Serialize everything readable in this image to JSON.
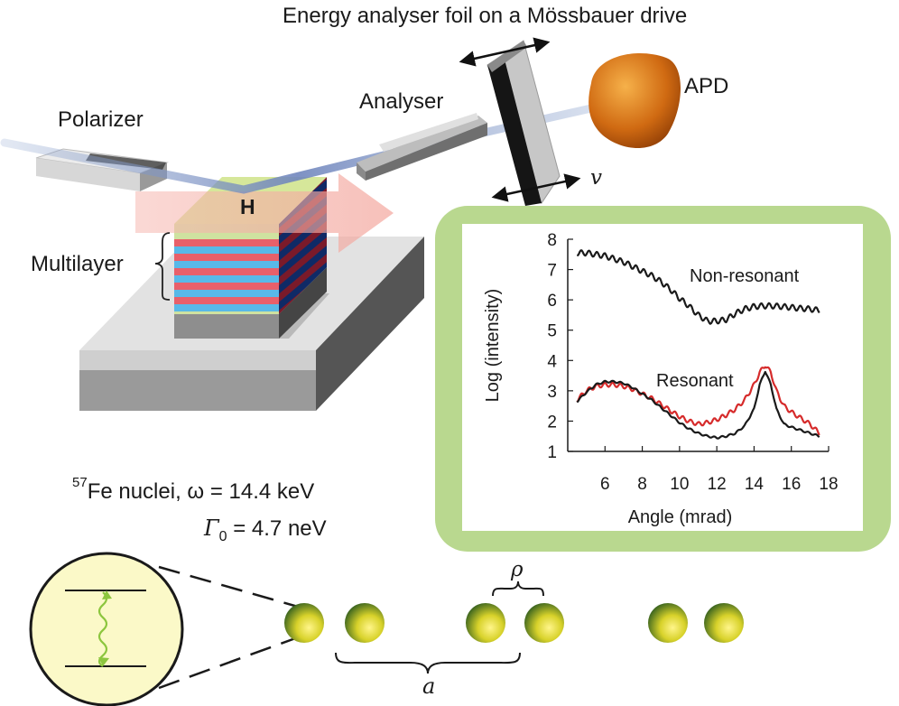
{
  "labels": {
    "drive_title": "Energy analyser foil on a Mössbauer drive",
    "polarizer": "Polarizer",
    "analyser": "Analyser",
    "apd": "APD",
    "multilayer": "Multilayer",
    "field": "H",
    "velocity": "v",
    "nuclei_line1_sup": "57",
    "nuclei_line1": "Fe nuclei, ω = 14.4 keV",
    "gamma_symbol": "Γ",
    "gamma_sub": "0",
    "gamma_value": " = 4.7 neV",
    "rho": "ρ",
    "a": "a"
  },
  "colors": {
    "inset_frame": "#b9d88f",
    "resonant_red": "#d62b2b",
    "curve_black": "#1a1a1a",
    "layer_red": "#e8606a",
    "layer_blue": "#58b9e8",
    "layer_green": "#d4e58a",
    "apd_orange": "#e07a1a"
  },
  "chart_data": {
    "type": "line",
    "xlabel": "Angle (mrad)",
    "ylabel": "Log (intensity)",
    "xlim": [
      4,
      18
    ],
    "ylim": [
      1,
      8
    ],
    "xticks": [
      "6",
      "8",
      "10",
      "12",
      "14",
      "16",
      "18"
    ],
    "yticks": [
      "1",
      "2",
      "3",
      "4",
      "5",
      "6",
      "7",
      "8"
    ],
    "annotations": [
      "Non-resonant",
      "Resonant"
    ],
    "series": [
      {
        "color": "#1a1a1a",
        "x": [
          4.5,
          5.0,
          5.5,
          6.0,
          6.5,
          7.0,
          7.5,
          8.0,
          8.5,
          9.0,
          9.5,
          10.0,
          10.5,
          11.0,
          11.5,
          12.0,
          12.5,
          13.0,
          13.5,
          14.0,
          14.5,
          15.0,
          15.5,
          16.0,
          16.5,
          17.0,
          17.5
        ],
        "y": [
          7.55,
          7.55,
          7.5,
          7.45,
          7.35,
          7.25,
          7.1,
          6.95,
          6.8,
          6.6,
          6.35,
          6.05,
          5.8,
          5.5,
          5.3,
          5.3,
          5.35,
          5.55,
          5.7,
          5.78,
          5.8,
          5.8,
          5.78,
          5.75,
          5.72,
          5.7,
          5.65
        ]
      },
      {
        "color": "#1a1a1a",
        "x": [
          4.5,
          5.0,
          5.5,
          6.0,
          6.5,
          7.0,
          7.5,
          8.0,
          8.5,
          9.0,
          9.5,
          10.0,
          10.5,
          11.0,
          11.5,
          12.0,
          12.5,
          13.0,
          13.5,
          14.0,
          14.3,
          14.6,
          14.9,
          15.2,
          15.6,
          16.0,
          16.5,
          17.0,
          17.5
        ],
        "y": [
          2.65,
          2.95,
          3.2,
          3.3,
          3.3,
          3.25,
          3.1,
          2.9,
          2.7,
          2.45,
          2.2,
          1.95,
          1.75,
          1.6,
          1.5,
          1.45,
          1.5,
          1.6,
          1.85,
          2.4,
          3.2,
          3.65,
          3.2,
          2.4,
          1.9,
          1.8,
          1.7,
          1.6,
          1.5
        ]
      },
      {
        "color": "#d62b2b",
        "x": [
          4.5,
          5.0,
          5.5,
          6.0,
          6.5,
          7.0,
          7.5,
          8.0,
          8.5,
          9.0,
          9.5,
          10.0,
          10.5,
          11.0,
          11.5,
          12.0,
          12.5,
          13.0,
          13.5,
          14.0,
          14.3,
          14.6,
          14.9,
          15.2,
          15.6,
          16.0,
          16.5,
          17.0,
          17.5
        ],
        "y": [
          2.7,
          3.0,
          3.15,
          3.2,
          3.2,
          3.15,
          3.05,
          2.9,
          2.75,
          2.55,
          2.35,
          2.15,
          2.0,
          1.9,
          1.95,
          2.05,
          2.2,
          2.4,
          2.7,
          3.2,
          3.6,
          3.85,
          3.6,
          3.0,
          2.5,
          2.3,
          2.1,
          1.9,
          1.6
        ]
      }
    ]
  }
}
